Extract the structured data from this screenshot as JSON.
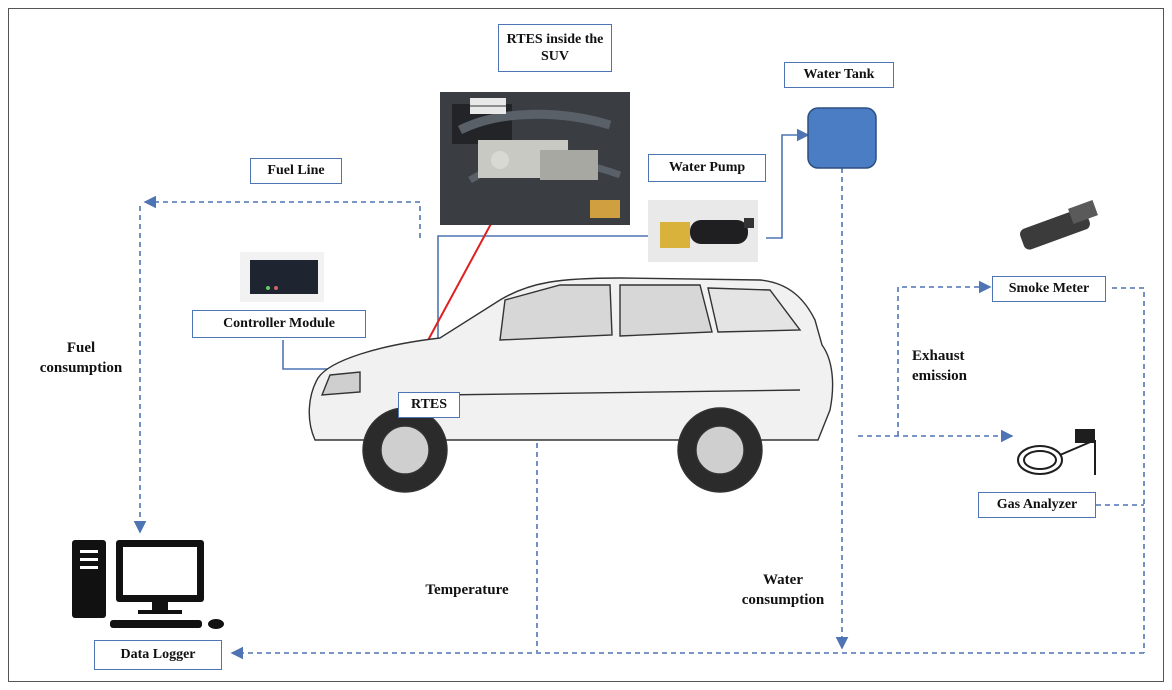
{
  "labels": {
    "rtes_inside": "RTES inside the SUV",
    "water_tank": "Water Tank",
    "fuel_line": "Fuel Line",
    "water_pump": "Water Pump",
    "controller_module": "Controller Module",
    "rtes": "RTES",
    "smoke_meter": "Smoke Meter",
    "gas_analyzer": "Gas Analyzer",
    "data_logger": "Data Logger"
  },
  "annotations": {
    "fuel_consumption": "Fuel consumption",
    "exhaust_emission": "Exhaust emission",
    "temperature": "Temperature",
    "water_consumption": "Water consumption"
  },
  "colors": {
    "flow_line": "#4f74b3",
    "water_tank_fill": "#4a7dc4",
    "rtes_fill": "#8ab84a",
    "rtes_link": "#e02020"
  }
}
